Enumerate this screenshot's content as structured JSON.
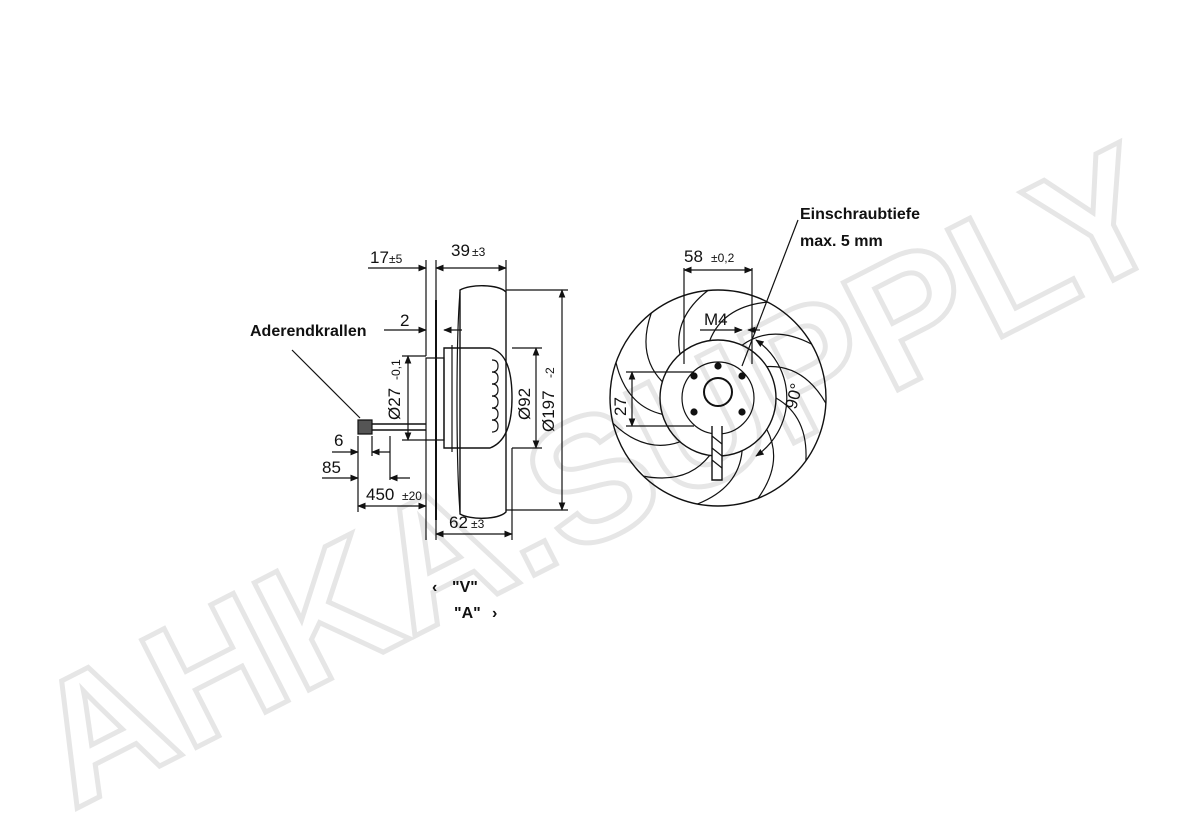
{
  "watermark": {
    "text": "AHKA.SUPPLY",
    "color": "#e6e6e6"
  },
  "side_view": {
    "dim_17": "17",
    "dim_17_tol": "±5",
    "dim_39": "39",
    "dim_39_tol": "±3",
    "dim_2": "2",
    "dim_27": "Ø27",
    "dim_27_tol": "-0,1",
    "dim_92": "Ø92",
    "dim_197": "Ø197",
    "dim_197_tol": "-2",
    "dim_6": "6",
    "dim_85": "85",
    "dim_450": "450",
    "dim_450_tol": "±20",
    "dim_62": "62",
    "dim_62_tol": "±3",
    "note_wire": "Aderendkrallen",
    "flow_v": "\"V\"",
    "flow_a": "\"A\""
  },
  "front_view": {
    "dim_58": "58",
    "dim_58_tol": "±0,2",
    "dim_m4": "M4",
    "dim_27": "27",
    "dim_90": "90°",
    "note_depth_1": "Einschraubtiefe",
    "note_depth_2": "max. 5 mm"
  }
}
